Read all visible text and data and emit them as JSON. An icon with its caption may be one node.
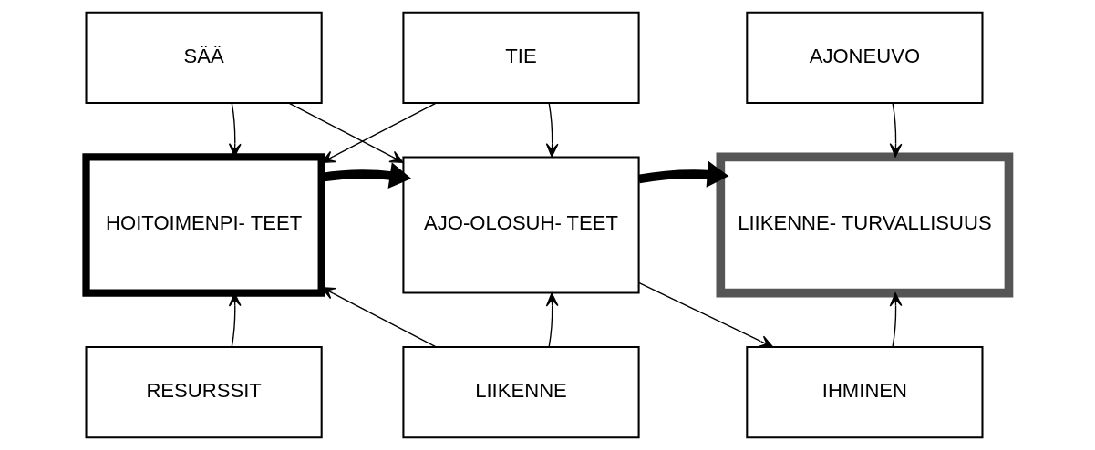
{
  "diagram": {
    "nodes": [
      {
        "text": [
          "SÄÄ"
        ]
      },
      {
        "text": [
          "TIE"
        ]
      },
      {
        "text": [
          "AJONEUVO"
        ]
      },
      {
        "text": [
          "HOITOIMENPI- TEET"
        ]
      },
      {
        "text": [
          "AJO-OLOSUH- TEET"
        ]
      },
      {
        "text": [
          "LIIKENNE- TURVALLISUUS"
        ]
      },
      {
        "text": [
          "RESURSSIT"
        ]
      },
      {
        "text": [
          "LIIKENNE"
        ]
      },
      {
        "text": [
          "IHMINEN"
        ]
      }
    ],
    "edges": [
      {
        "from": 0,
        "to": 3,
        "arrow": "to"
      },
      {
        "from": 0,
        "to": 4,
        "arrow": "to"
      },
      {
        "from": 1,
        "to": 4,
        "arrow": "to"
      },
      {
        "from": 1,
        "to": 3,
        "arrow": "to"
      },
      {
        "from": 2,
        "to": 5,
        "arrow": "to"
      },
      {
        "from": 3,
        "to": 4,
        "arrow": "to",
        "style": "thick"
      },
      {
        "from": 4,
        "to": 5,
        "arrow": "to",
        "style": "thick"
      },
      {
        "from": 6,
        "to": 3,
        "arrow": "to"
      },
      {
        "from": 7,
        "to": 3,
        "arrow": "to"
      },
      {
        "from": 7,
        "to": 4,
        "arrow": "to"
      },
      {
        "from": 4,
        "to": 8,
        "arrow": "to"
      },
      {
        "from": 8,
        "to": 5,
        "arrow": "to"
      }
    ]
  }
}
